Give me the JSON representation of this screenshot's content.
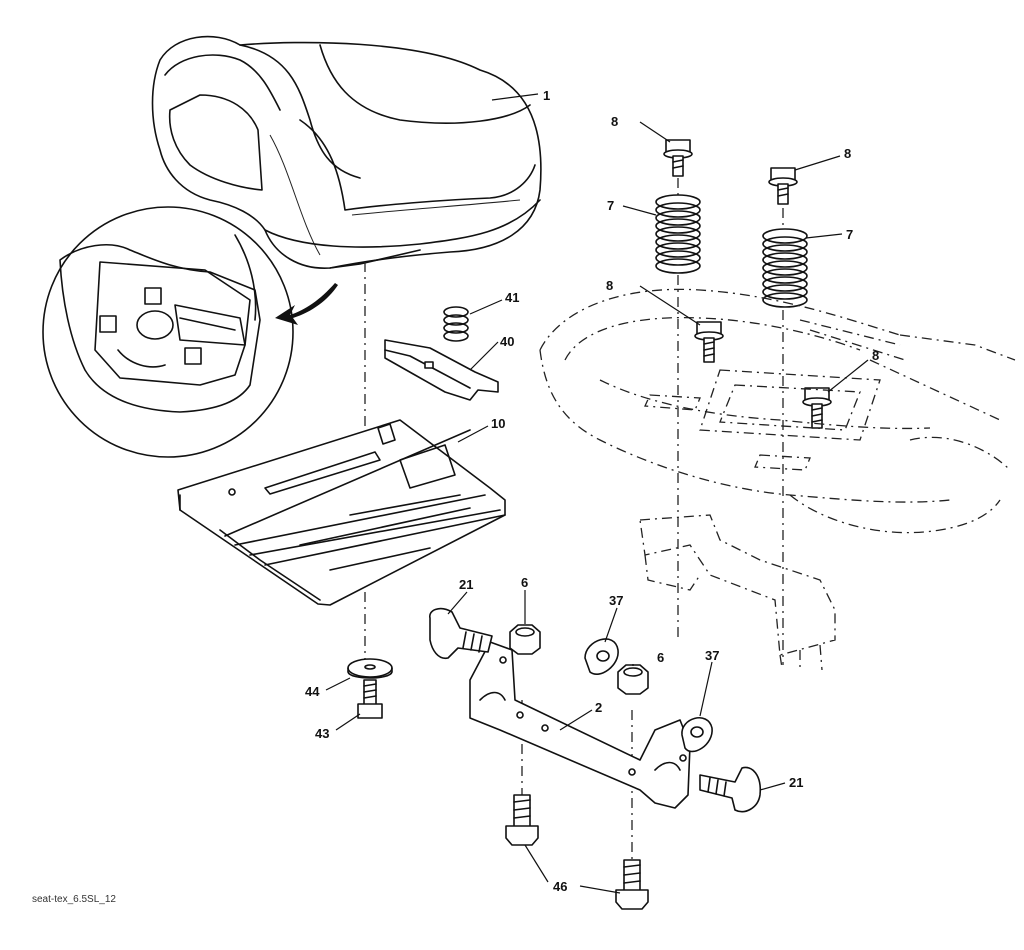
{
  "diagram": {
    "caption": "seat-tex_6.5SL_12",
    "callouts": [
      {
        "id": "c1",
        "label": "1"
      },
      {
        "id": "c8a",
        "label": "8"
      },
      {
        "id": "c8b",
        "label": "8"
      },
      {
        "id": "c8c",
        "label": "8"
      },
      {
        "id": "c8d",
        "label": "8"
      },
      {
        "id": "c7a",
        "label": "7"
      },
      {
        "id": "c7b",
        "label": "7"
      },
      {
        "id": "c41",
        "label": "41"
      },
      {
        "id": "c40",
        "label": "40"
      },
      {
        "id": "c10",
        "label": "10"
      },
      {
        "id": "c6a",
        "label": "6"
      },
      {
        "id": "c6b",
        "label": "6"
      },
      {
        "id": "c37a",
        "label": "37"
      },
      {
        "id": "c37b",
        "label": "37"
      },
      {
        "id": "c21a",
        "label": "21"
      },
      {
        "id": "c21b",
        "label": "21"
      },
      {
        "id": "c2",
        "label": "2"
      },
      {
        "id": "c44",
        "label": "44"
      },
      {
        "id": "c43",
        "label": "43"
      },
      {
        "id": "c46",
        "label": "46"
      }
    ]
  }
}
